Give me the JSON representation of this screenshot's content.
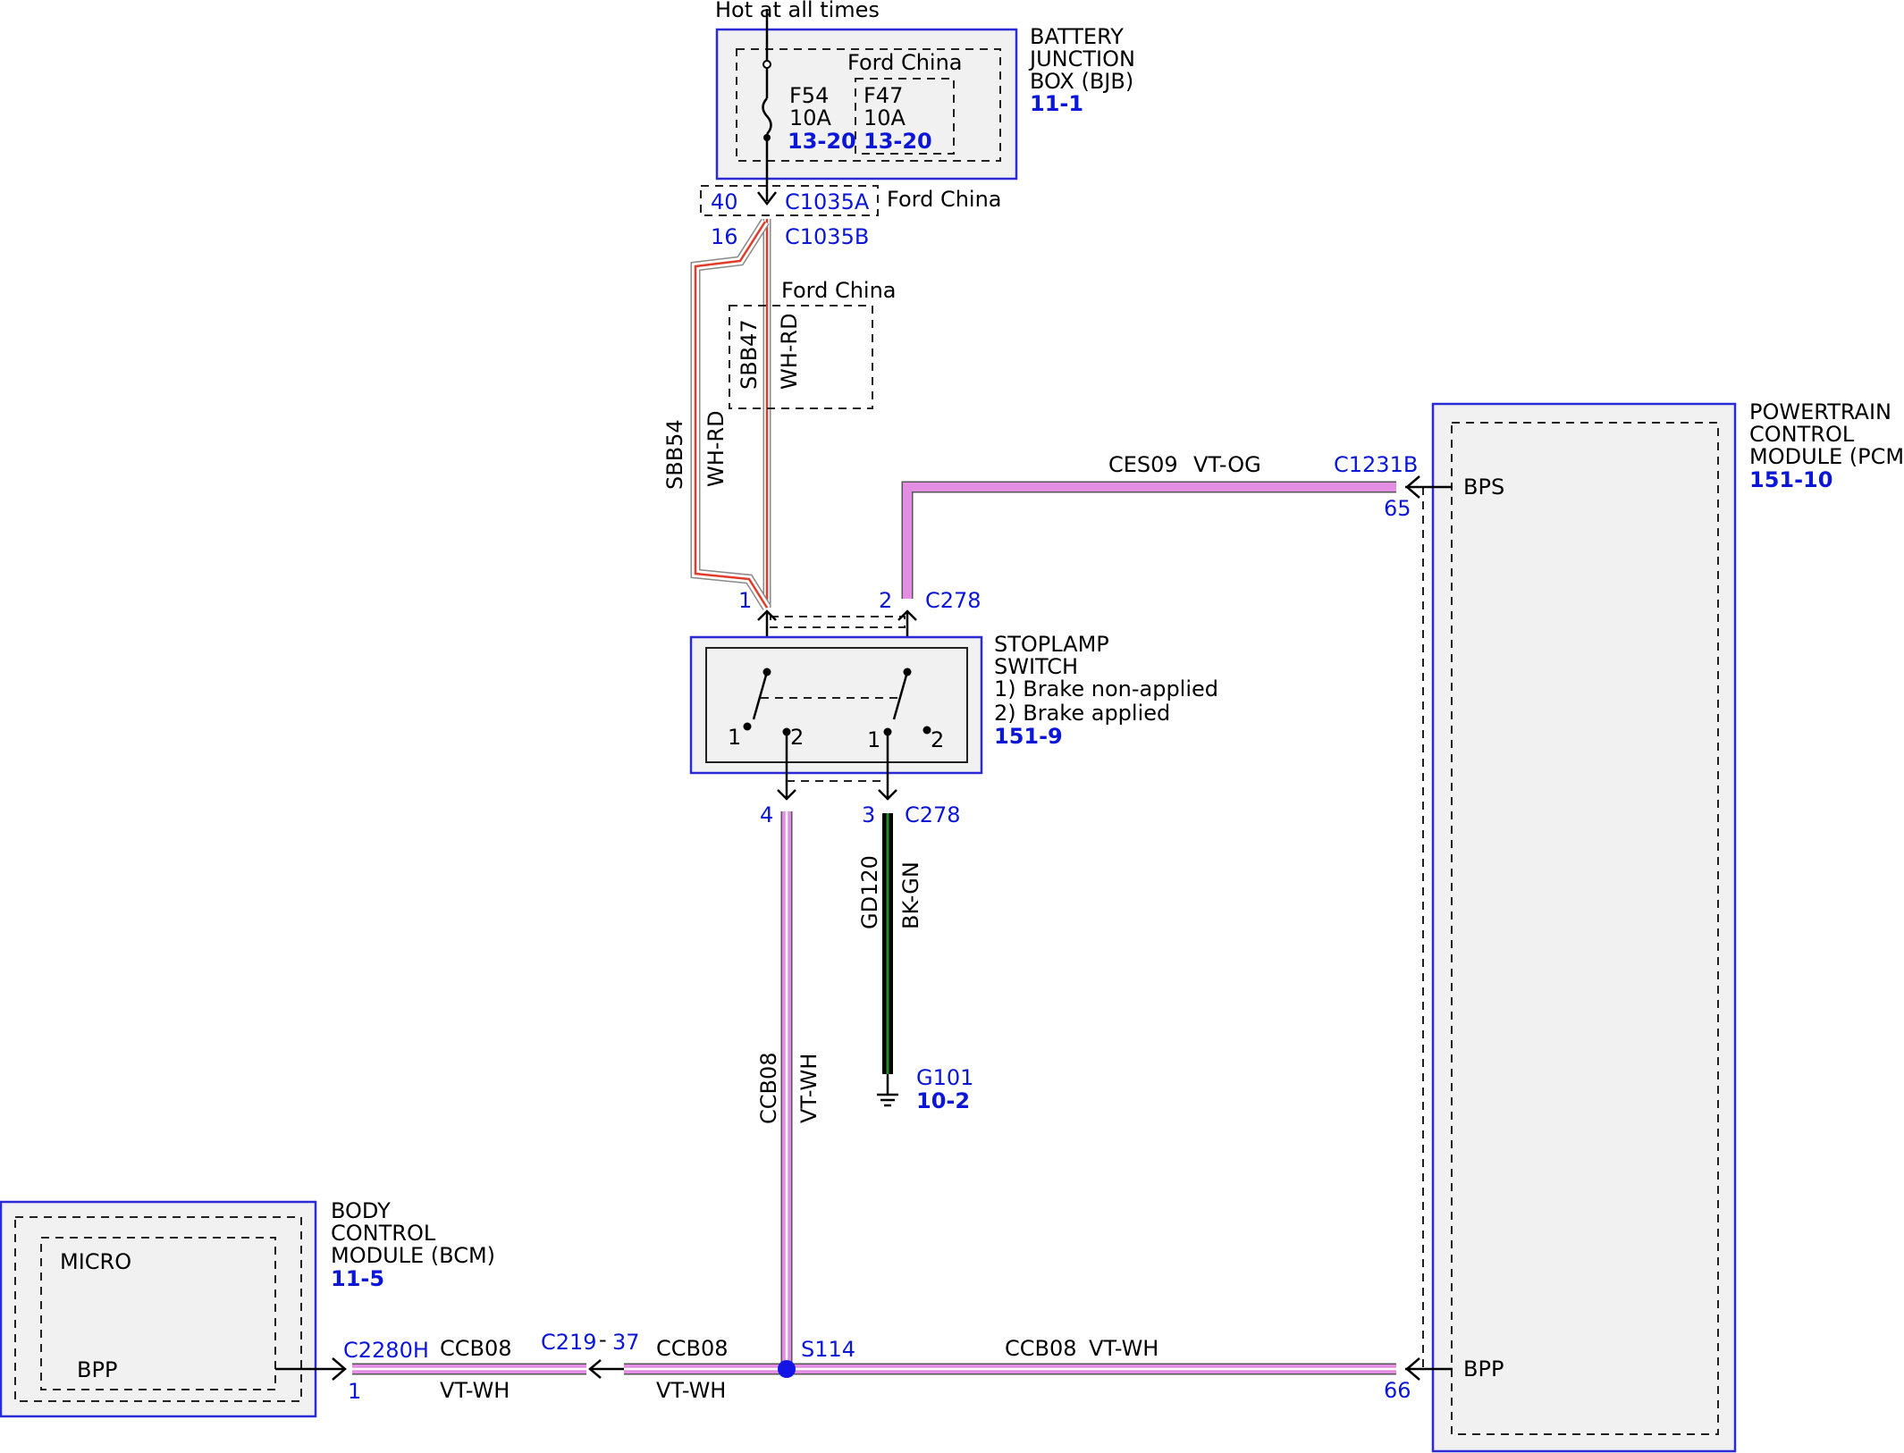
{
  "header": {
    "power_label": "Hot at all times"
  },
  "bjb": {
    "name_lines": [
      "BATTERY",
      "JUNCTION",
      "BOX (BJB)"
    ],
    "ref": "11-1",
    "sub_label": "Ford China",
    "fuse_f54": {
      "name": "F54",
      "rating": "10A",
      "ref": "13-20"
    },
    "fuse_f47": {
      "name": "F47",
      "rating": "10A",
      "ref": "13-20"
    }
  },
  "c1035": {
    "a_pin": "40",
    "a_name": "C1035A",
    "a_note": "Ford China",
    "b_pin": "16",
    "b_name": "C1035B"
  },
  "wires": {
    "sbb54": {
      "circuit": "SBB54",
      "color": "WH-RD"
    },
    "sbb47": {
      "circuit": "SBB47",
      "color": "WH-RD",
      "note": "Ford China"
    },
    "ces09": {
      "circuit": "CES09",
      "color": "VT-OG"
    },
    "gd120": {
      "circuit": "GD120",
      "color": "BK-GN"
    },
    "ccb08_vert": {
      "circuit": "CCB08",
      "color": "VT-WH"
    },
    "ccb08_bcm": {
      "circuit": "CCB08",
      "color": "VT-WH"
    },
    "ccb08_mid": {
      "circuit": "CCB08",
      "color": "VT-WH"
    },
    "ccb08_pcm": {
      "circuit": "CCB08",
      "color": "VT-WH"
    }
  },
  "c278_top": {
    "pin_left": "1",
    "pin_right": "2",
    "name": "C278"
  },
  "c278_bottom": {
    "pin_left": "4",
    "pin_right": "3",
    "name": "C278"
  },
  "stoplamp": {
    "name_lines": [
      "STOPLAMP",
      "SWITCH",
      "1) Brake non-applied",
      "2) Brake applied"
    ],
    "ref": "151-9",
    "contact_1": "1",
    "contact_2": "2"
  },
  "pcm": {
    "name_lines": [
      "POWERTRAIN",
      "CONTROL",
      "MODULE (PCM)"
    ],
    "ref": "151-10",
    "pin_bps": "BPS",
    "pin_bpp": "BPP",
    "connector": "C1231B",
    "pin_65": "65",
    "pin_66": "66"
  },
  "ground": {
    "name": "G101",
    "ref": "10-2"
  },
  "bcm": {
    "name_lines": [
      "BODY",
      "CONTROL",
      "MODULE (BCM)"
    ],
    "ref": "11-5",
    "micro": "MICRO",
    "pin_bpp": "BPP",
    "connector": "C2280H",
    "pin": "1"
  },
  "c219": {
    "name": "C219",
    "dash": "-",
    "pin": "37"
  },
  "splice": {
    "name": "S114"
  },
  "colors": {
    "ref_blue": "#0b16d6",
    "wire_violet": "#e38ee3",
    "wire_red": "#e23b2a",
    "wire_green": "#1f8a2a",
    "box_border": "#2a2ad6",
    "box_fill": "#f1f1f1"
  }
}
